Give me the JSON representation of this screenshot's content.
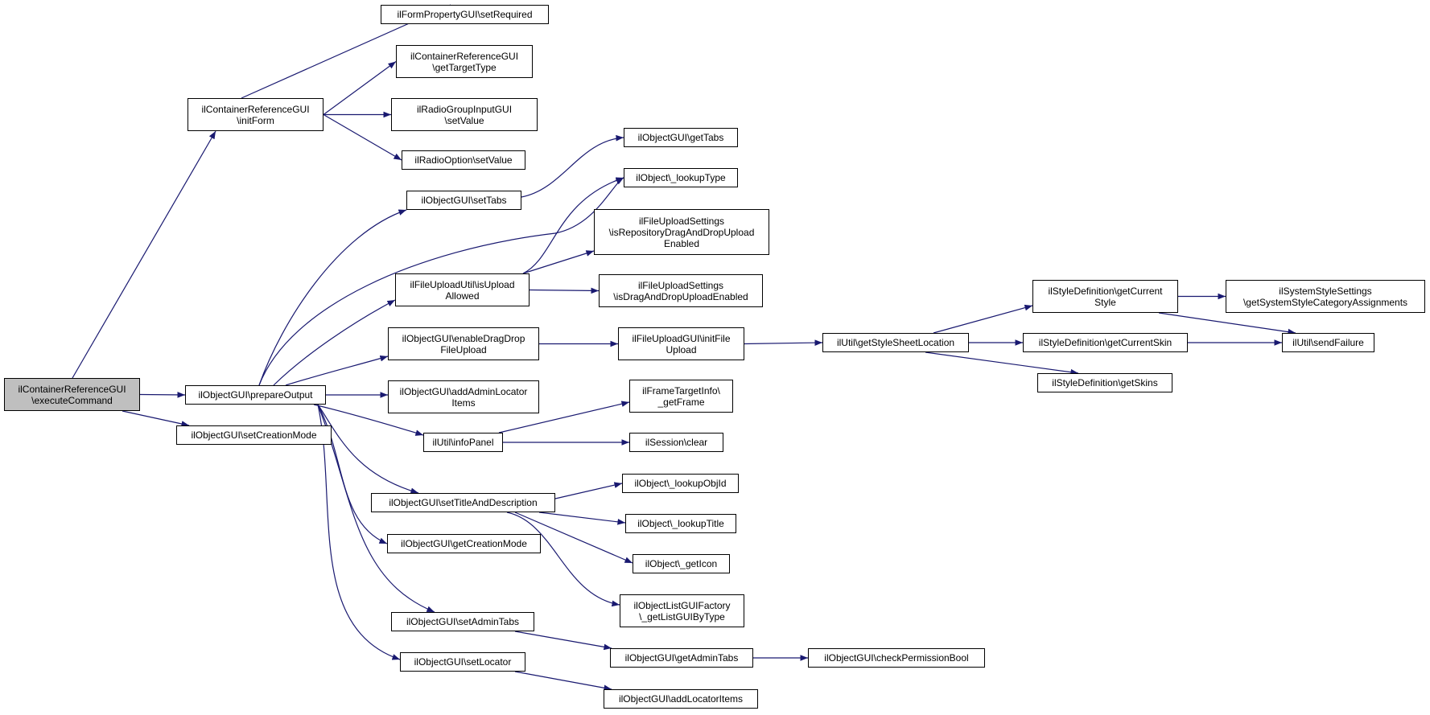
{
  "colors": {
    "edge": "#191970",
    "root_fill": "#bfbfbf",
    "node_fill": "#ffffff",
    "border": "#000000"
  },
  "nodes": {
    "executeCommand": {
      "lines": [
        "ilContainerReferenceGUI",
        "\\executeCommand"
      ]
    },
    "prepareOutput": {
      "lines": [
        "ilObjectGUI\\prepareOutput"
      ]
    },
    "setCreationMode": {
      "lines": [
        "ilObjectGUI\\setCreationMode"
      ]
    },
    "initForm": {
      "lines": [
        "ilContainerReferenceGUI",
        "\\initForm"
      ]
    },
    "setRequired": {
      "lines": [
        "ilFormPropertyGUI\\setRequired"
      ]
    },
    "getTargetType": {
      "lines": [
        "ilContainerReferenceGUI",
        "\\getTargetType"
      ]
    },
    "radioGroupSetValue": {
      "lines": [
        "ilRadioGroupInputGUI",
        "\\setValue"
      ]
    },
    "radioOptionSetValue": {
      "lines": [
        "ilRadioOption\\setValue"
      ]
    },
    "setTabs": {
      "lines": [
        "ilObjectGUI\\setTabs"
      ]
    },
    "getTabs": {
      "lines": [
        "ilObjectGUI\\getTabs"
      ]
    },
    "lookupType": {
      "lines": [
        "ilObject\\_lookupType"
      ]
    },
    "isUploadAllowed": {
      "lines": [
        "ilFileUploadUtil\\isUpload",
        "Allowed"
      ]
    },
    "isRepoDragDrop": {
      "lines": [
        "ilFileUploadSettings",
        "\\isRepositoryDragAndDropUpload",
        "Enabled"
      ]
    },
    "isDragDrop": {
      "lines": [
        "ilFileUploadSettings",
        "\\isDragAndDropUploadEnabled"
      ]
    },
    "enableDragDrop": {
      "lines": [
        "ilObjectGUI\\enableDragDrop",
        "FileUpload"
      ]
    },
    "initFileUpload": {
      "lines": [
        "ilFileUploadGUI\\initFile",
        "Upload"
      ]
    },
    "getStyleSheetLocation": {
      "lines": [
        "ilUtil\\getStyleSheetLocation"
      ]
    },
    "getCurrentStyle": {
      "lines": [
        "ilStyleDefinition\\getCurrent",
        "Style"
      ]
    },
    "getSystemStyleCat": {
      "lines": [
        "ilSystemStyleSettings",
        "\\getSystemStyleCategoryAssignments"
      ]
    },
    "getCurrentSkin": {
      "lines": [
        "ilStyleDefinition\\getCurrentSkin"
      ]
    },
    "sendFailure": {
      "lines": [
        "ilUtil\\sendFailure"
      ]
    },
    "getSkins": {
      "lines": [
        "ilStyleDefinition\\getSkins"
      ]
    },
    "addAdminLocatorItems": {
      "lines": [
        "ilObjectGUI\\addAdminLocator",
        "Items"
      ]
    },
    "getFrame": {
      "lines": [
        "ilFrameTargetInfo\\",
        "_getFrame"
      ]
    },
    "infoPanel": {
      "lines": [
        "ilUtil\\infoPanel"
      ]
    },
    "sessionClear": {
      "lines": [
        "ilSession\\clear"
      ]
    },
    "setTitleAndDescription": {
      "lines": [
        "ilObjectGUI\\setTitleAndDescription"
      ]
    },
    "lookupObjId": {
      "lines": [
        "ilObject\\_lookupObjId"
      ]
    },
    "lookupTitle": {
      "lines": [
        "ilObject\\_lookupTitle"
      ]
    },
    "getIcon": {
      "lines": [
        "ilObject\\_getIcon"
      ]
    },
    "getCreationMode": {
      "lines": [
        "ilObjectGUI\\getCreationMode"
      ]
    },
    "getListGUIByType": {
      "lines": [
        "ilObjectListGUIFactory",
        "\\_getListGUIByType"
      ]
    },
    "setAdminTabs": {
      "lines": [
        "ilObjectGUI\\setAdminTabs"
      ]
    },
    "getAdminTabs": {
      "lines": [
        "ilObjectGUI\\getAdminTabs"
      ]
    },
    "checkPermissionBool": {
      "lines": [
        "ilObjectGUI\\checkPermissionBool"
      ]
    },
    "setLocator": {
      "lines": [
        "ilObjectGUI\\setLocator"
      ]
    },
    "addLocatorItems": {
      "lines": [
        "ilObjectGUI\\addLocatorItems"
      ]
    }
  },
  "edges": [
    [
      "executeCommand",
      "initForm"
    ],
    [
      "executeCommand",
      "prepareOutput"
    ],
    [
      "executeCommand",
      "setCreationMode"
    ],
    [
      "initForm",
      "setRequired"
    ],
    [
      "initForm",
      "getTargetType"
    ],
    [
      "initForm",
      "radioGroupSetValue"
    ],
    [
      "initForm",
      "radioOptionSetValue"
    ],
    [
      "prepareOutput",
      "setTabs"
    ],
    [
      "prepareOutput",
      "lookupType"
    ],
    [
      "prepareOutput",
      "isUploadAllowed"
    ],
    [
      "prepareOutput",
      "enableDragDrop"
    ],
    [
      "prepareOutput",
      "addAdminLocatorItems"
    ],
    [
      "prepareOutput",
      "infoPanel"
    ],
    [
      "prepareOutput",
      "setTitleAndDescription"
    ],
    [
      "prepareOutput",
      "getCreationMode"
    ],
    [
      "prepareOutput",
      "setAdminTabs"
    ],
    [
      "prepareOutput",
      "setLocator"
    ],
    [
      "setTabs",
      "getTabs"
    ],
    [
      "isUploadAllowed",
      "lookupType"
    ],
    [
      "isUploadAllowed",
      "isRepoDragDrop"
    ],
    [
      "isUploadAllowed",
      "isDragDrop"
    ],
    [
      "enableDragDrop",
      "initFileUpload"
    ],
    [
      "initFileUpload",
      "getStyleSheetLocation"
    ],
    [
      "getStyleSheetLocation",
      "getCurrentStyle"
    ],
    [
      "getStyleSheetLocation",
      "getCurrentSkin"
    ],
    [
      "getStyleSheetLocation",
      "getSkins"
    ],
    [
      "getCurrentStyle",
      "getSystemStyleCat"
    ],
    [
      "getCurrentStyle",
      "sendFailure"
    ],
    [
      "getCurrentSkin",
      "sendFailure"
    ],
    [
      "infoPanel",
      "getFrame"
    ],
    [
      "infoPanel",
      "sessionClear"
    ],
    [
      "setTitleAndDescription",
      "lookupObjId"
    ],
    [
      "setTitleAndDescription",
      "lookupTitle"
    ],
    [
      "setTitleAndDescription",
      "getIcon"
    ],
    [
      "setTitleAndDescription",
      "getListGUIByType"
    ],
    [
      "setAdminTabs",
      "getAdminTabs"
    ],
    [
      "getAdminTabs",
      "checkPermissionBool"
    ],
    [
      "setLocator",
      "addLocatorItems"
    ]
  ]
}
